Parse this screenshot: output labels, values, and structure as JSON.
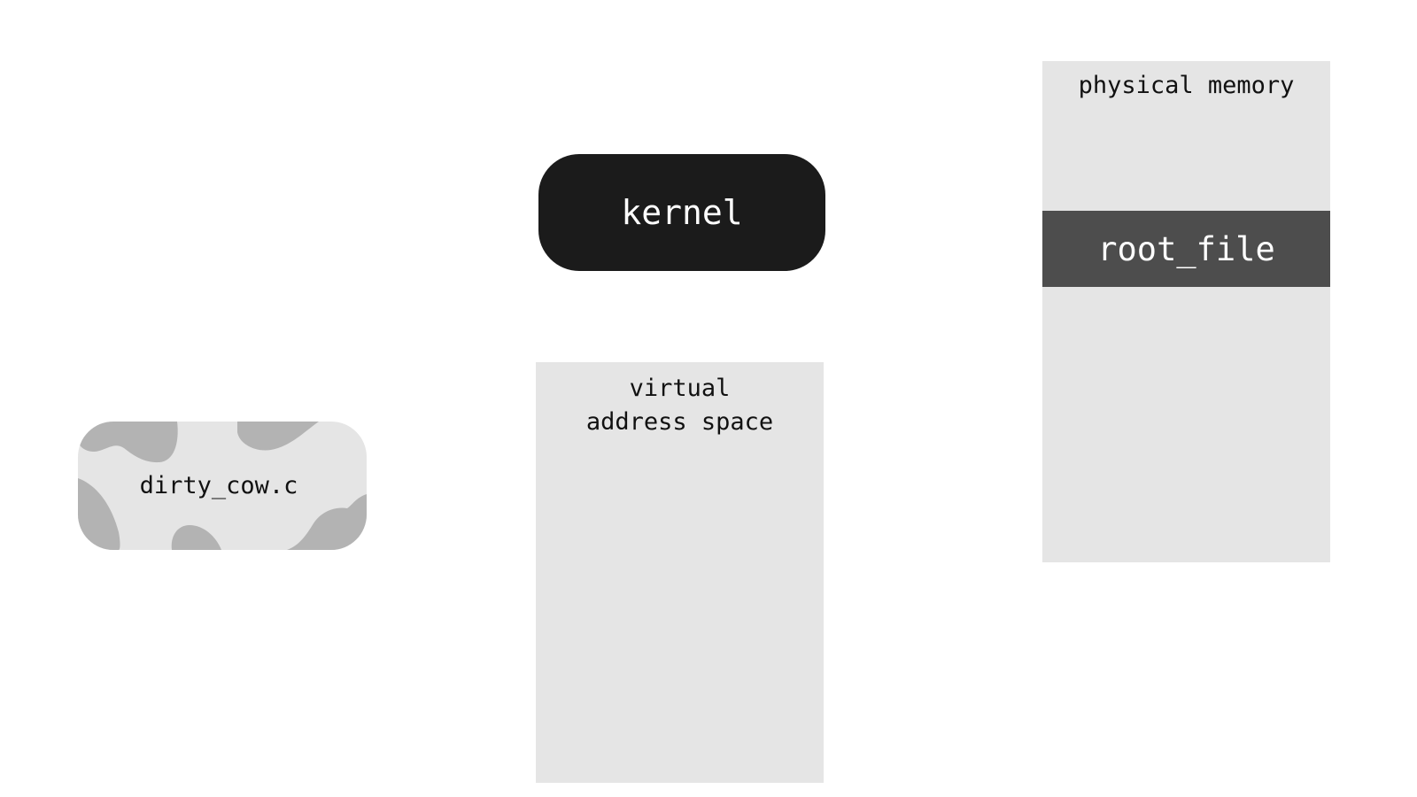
{
  "colors": {
    "background": "#ffffff",
    "panel": "#e5e5e5",
    "cow_spots": "#b3b3b3",
    "kernel": "#1b1b1b",
    "root_file": "#4d4d4d",
    "text_dark": "#111111",
    "text_light": "#ffffff"
  },
  "process": {
    "label": "dirty_cow.c",
    "pattern": "cow-spots"
  },
  "kernel": {
    "label": "kernel"
  },
  "virtual_memory": {
    "title": "virtual\naddress space"
  },
  "physical_memory": {
    "title": "physical memory",
    "page": {
      "label": "root_file"
    }
  }
}
